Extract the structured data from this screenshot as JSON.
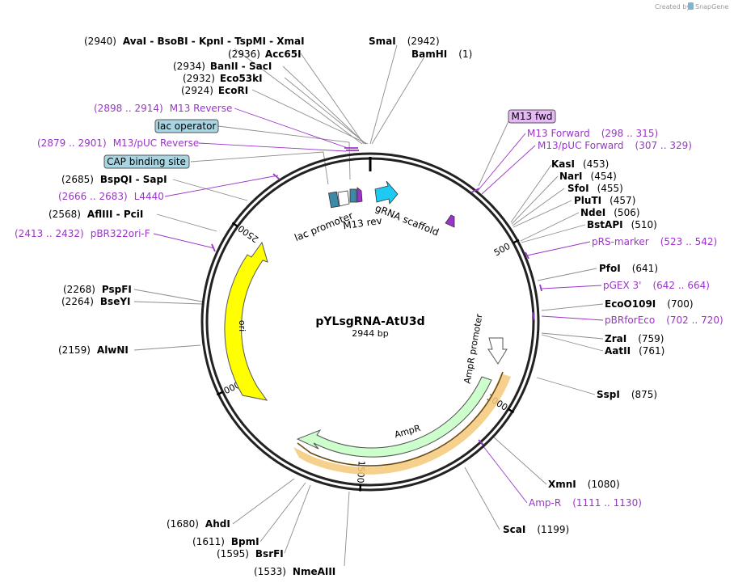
{
  "watermark": {
    "prefix": "Created by",
    "brand": "SnapGene"
  },
  "plasmid": {
    "name": "pYLsgRNA-AtU3d",
    "length_label": "2944 bp",
    "length": 2944
  },
  "ticks": [
    {
      "pos": 500,
      "label": "500"
    },
    {
      "pos": 1000,
      "label": "1000"
    },
    {
      "pos": 1500,
      "label": "1500"
    },
    {
      "pos": 2000,
      "label": "2000"
    },
    {
      "pos": 2500,
      "label": "2500"
    }
  ],
  "enzyme_labels": [
    {
      "id": "ava-group",
      "coord": "(2940)",
      "names": "AvaI  - BsoBI  - KpnI  - TspMI  - XmaI",
      "pos": 2940
    },
    {
      "id": "acc65i",
      "coord": "(2936)",
      "names": "Acc65I",
      "pos": 2936
    },
    {
      "id": "banii-saci",
      "coord": "(2934)",
      "names": "BanII  - SacI",
      "pos": 2934
    },
    {
      "id": "eco53ki",
      "coord": "(2932)",
      "names": "Eco53kI",
      "pos": 2932
    },
    {
      "id": "ecori",
      "coord": "(2924)",
      "names": "EcoRI",
      "pos": 2924
    },
    {
      "id": "smai",
      "coord": "(2942)",
      "names": "SmaI",
      "pos": 2942
    },
    {
      "id": "bamhi",
      "coord": "(1)",
      "names": "BamHI",
      "pos": 1
    },
    {
      "id": "kasi",
      "coord": "(453)",
      "names": "KasI",
      "pos": 453
    },
    {
      "id": "nari",
      "coord": "(454)",
      "names": "NarI",
      "pos": 454
    },
    {
      "id": "sfoi",
      "coord": "(455)",
      "names": "SfoI",
      "pos": 455
    },
    {
      "id": "pluti",
      "coord": "(457)",
      "names": "PluTI",
      "pos": 457
    },
    {
      "id": "ndei",
      "coord": "(506)",
      "names": "NdeI",
      "pos": 506
    },
    {
      "id": "bstapi",
      "coord": "(510)",
      "names": "BstAPI",
      "pos": 510
    },
    {
      "id": "pfoi",
      "coord": "(641)",
      "names": "PfoI",
      "pos": 641
    },
    {
      "id": "ecoo109i",
      "coord": "(700)",
      "names": "EcoO109I",
      "pos": 700
    },
    {
      "id": "zrai",
      "coord": "(759)",
      "names": "ZraI",
      "pos": 759
    },
    {
      "id": "aatii",
      "coord": "(761)",
      "names": "AatII",
      "pos": 761
    },
    {
      "id": "sspi",
      "coord": "(875)",
      "names": "SspI",
      "pos": 875
    },
    {
      "id": "xmni",
      "coord": "(1080)",
      "names": "XmnI",
      "pos": 1080
    },
    {
      "id": "scai",
      "coord": "(1199)",
      "names": "ScaI",
      "pos": 1199
    },
    {
      "id": "nmeaiii",
      "coord": "(1533)",
      "names": "NmeAIII",
      "pos": 1533
    },
    {
      "id": "bsrfi",
      "coord": "(1595)",
      "names": "BsrFI",
      "pos": 1595
    },
    {
      "id": "bpmi",
      "coord": "(1611)",
      "names": "BpmI",
      "pos": 1611
    },
    {
      "id": "ahdi",
      "coord": "(1680)",
      "names": "AhdI",
      "pos": 1680
    },
    {
      "id": "alwni",
      "coord": "(2159)",
      "names": "AlwNI",
      "pos": 2159
    },
    {
      "id": "bseyi",
      "coord": "(2264)",
      "names": "BseYI",
      "pos": 2264
    },
    {
      "id": "pspfi",
      "coord": "(2268)",
      "names": "PspFI",
      "pos": 2268
    },
    {
      "id": "afliii-pcii",
      "coord": "(2568)",
      "names": "AflIII  - PciI",
      "pos": 2568
    },
    {
      "id": "bspqi-sapi",
      "coord": "(2685)",
      "names": "BspQI  - SapI",
      "pos": 2685
    }
  ],
  "primer_labels": [
    {
      "id": "m13-reverse",
      "range": "(2898 .. 2914)",
      "name": "M13 Reverse",
      "pos": 2906
    },
    {
      "id": "m13-puc-reverse",
      "range": "(2879 .. 2901)",
      "name": "M13/pUC Reverse",
      "pos": 2890
    },
    {
      "id": "l4440",
      "range": "(2666 .. 2683)",
      "name": "L4440",
      "pos": 2674
    },
    {
      "id": "pbr322ori-f",
      "range": "(2413 .. 2432)",
      "name": "pBR322ori-F",
      "pos": 2422
    },
    {
      "id": "m13-forward",
      "range": "(298 .. 315)",
      "name": "M13 Forward",
      "pos": 306
    },
    {
      "id": "m13-puc-forward",
      "range": "(307 .. 329)",
      "name": "M13/pUC Forward",
      "pos": 318
    },
    {
      "id": "prs-marker",
      "range": "(523 .. 542)",
      "name": "pRS-marker",
      "pos": 532
    },
    {
      "id": "pgex-3",
      "range": "(642 .. 664)",
      "name": "pGEX 3'",
      "pos": 653
    },
    {
      "id": "pbrforeco",
      "range": "(702 .. 720)",
      "name": "pBRforEco",
      "pos": 711
    },
    {
      "id": "amp-r",
      "range": "(1111 .. 1130)",
      "name": "Amp-R",
      "pos": 1120
    }
  ],
  "boxed_labels": [
    {
      "id": "lac-operator",
      "text": "lac operator",
      "fill": "#a9d5e3"
    },
    {
      "id": "cap-binding-site",
      "text": "CAP binding site",
      "fill": "#a9d5e3"
    },
    {
      "id": "m13-fwd",
      "text": "M13 fwd",
      "fill": "#e5b9f5"
    }
  ],
  "feature_labels": {
    "ori": "ori",
    "ampr": "AmpR",
    "ampr_promoter": "AmpR promoter",
    "lac_promoter": "lac promoter",
    "m13_rev": "M13 rev",
    "grna_scaffold": "gRNA scaffold"
  },
  "colors": {
    "ori": "#ffff00",
    "ampr": "#ccffcc",
    "primer": "#9b34c9",
    "cap": "#3c89a8",
    "grna": "#1ccaf2",
    "orf_highlight": "#f5c97a"
  }
}
